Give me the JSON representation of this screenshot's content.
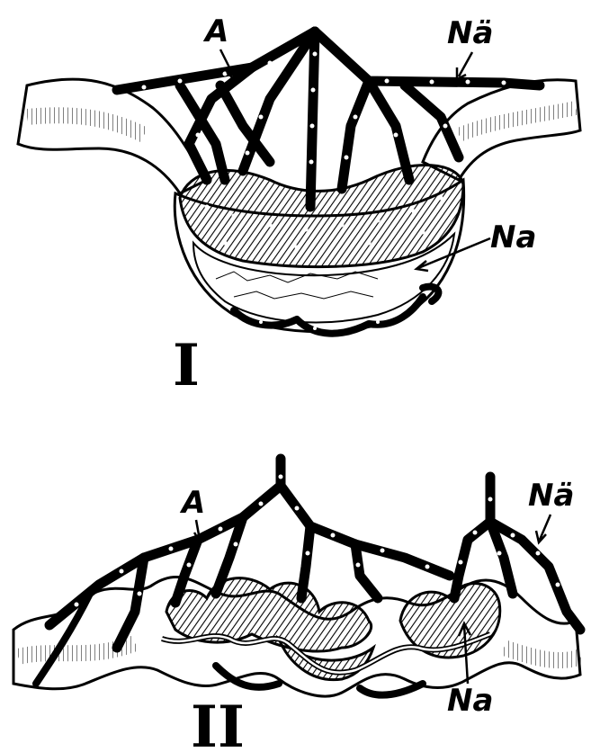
{
  "figure": {
    "panels": [
      {
        "numeral": "I",
        "labels": {
          "artery": "A",
          "vein": "Nä",
          "capillary": "Na"
        }
      },
      {
        "numeral": "II",
        "labels": {
          "artery": "A",
          "vein": "Nä",
          "capillary": "Na"
        }
      }
    ]
  }
}
